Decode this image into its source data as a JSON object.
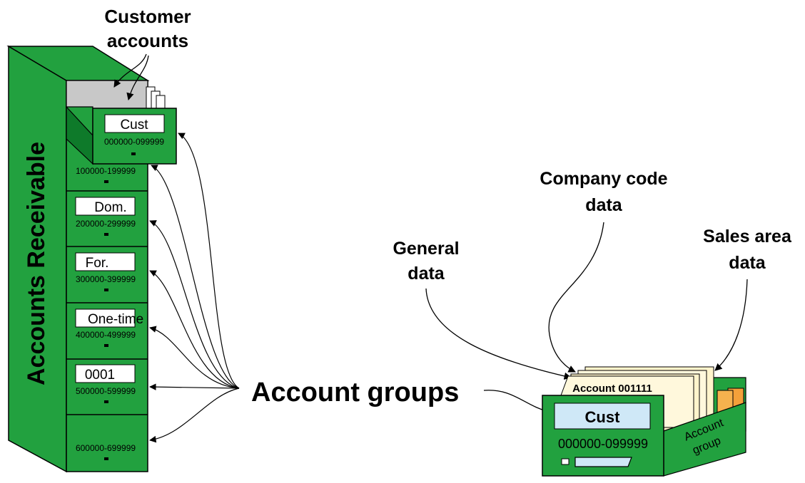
{
  "colors": {
    "cabinet_green": "#22a13f",
    "cabinet_dark": "#0e7a2a",
    "outline": "#000000",
    "label_bg": "#ffffff",
    "open_drawer_interior": "#c8c8c8",
    "cust_label_blue": "#cfe8f7",
    "folder_cream": "#fff4cc",
    "folder_orange": "#f4a03a",
    "folder_yellow": "#f5d43a"
  },
  "cabinet": {
    "side_title": "Accounts Receivable",
    "top_callout": [
      "Customer",
      "accounts"
    ],
    "open_drawer": {
      "label": "Cust",
      "range": "000000-099999"
    },
    "drawers": [
      {
        "label": "",
        "range": "100000-199999"
      },
      {
        "label": "Dom.",
        "range": "200000-299999"
      },
      {
        "label": "For.",
        "range": "300000-399999"
      },
      {
        "label": "One-time",
        "range": "400000-499999"
      },
      {
        "label": "0001",
        "range": "500000-599999"
      },
      {
        "label": "",
        "range": "600000-699999"
      }
    ]
  },
  "center_label": "Account groups",
  "file_box": {
    "general_data": [
      "General",
      "data"
    ],
    "company_code_data": [
      "Company code",
      "data"
    ],
    "sales_area_data": [
      "Sales area",
      "data"
    ],
    "folder_tab": "Account 001111",
    "front_label": "Cust",
    "front_range": "000000-099999",
    "side_label": [
      "Account",
      "group"
    ]
  }
}
